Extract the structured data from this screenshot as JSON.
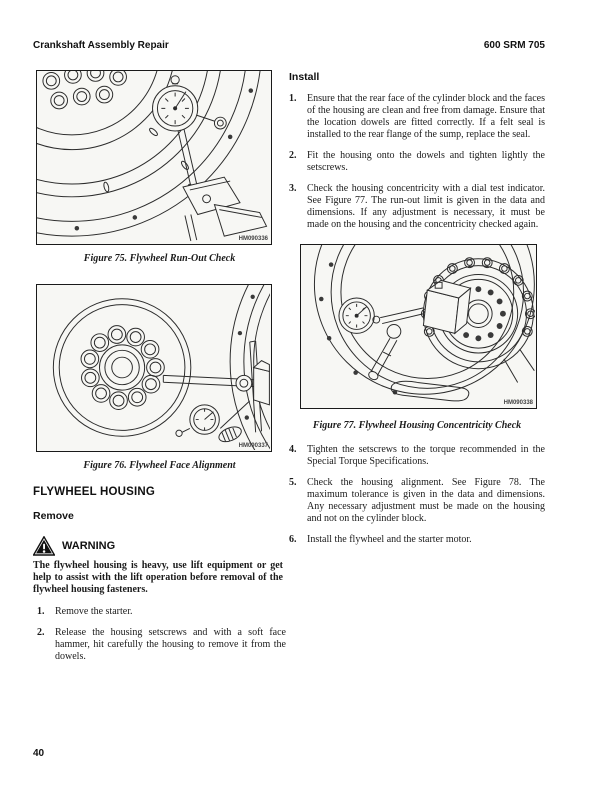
{
  "header": {
    "left": "Crankshaft Assembly Repair",
    "right": "600 SRM 705"
  },
  "footer": {
    "page_number": "40"
  },
  "figures": {
    "fig75": {
      "image_id": "HM090336",
      "caption": "Figure 75. Flywheel Run-Out Check"
    },
    "fig76": {
      "image_id": "HM090337",
      "caption": "Figure 76. Flywheel Face Alignment"
    },
    "fig77": {
      "image_id": "HM090338",
      "caption": "Figure 77. Flywheel Housing Concentricity Check"
    }
  },
  "left": {
    "section_heading": "FLYWHEEL HOUSING",
    "subsection_heading": "Remove",
    "warning_label": "WARNING",
    "warning_text": "The flywheel housing is heavy, use lift equipment or get help to assist with the lift operation before removal of the flywheel housing fasteners.",
    "steps": [
      {
        "num": "1.",
        "text": "Remove the starter."
      },
      {
        "num": "2.",
        "text": "Release the housing setscrews and with a soft face hammer, hit carefully the housing to remove it from the dowels."
      }
    ]
  },
  "right": {
    "heading": "Install",
    "steps": [
      {
        "num": "1.",
        "text": "Ensure that the rear face of the cylinder block and the faces of the housing are clean and free from damage. Ensure that the location dowels are fitted correctly. If a felt seal is installed to the rear flange of the sump, replace the seal."
      },
      {
        "num": "2.",
        "text": "Fit the housing onto the dowels and tighten lightly the setscrews."
      },
      {
        "num": "3.",
        "text": "Check the housing concentricity with a dial test indicator. See Figure 77. The run-out limit is given in the data and dimensions. If any adjustment is necessary, it must be made on the housing and the concentricity checked again."
      },
      {
        "num": "4.",
        "text": "Tighten the setscrews to the torque recommended in the Special Torque Specifications."
      },
      {
        "num": "5.",
        "text": "Check the housing alignment. See Figure 78. The maximum tolerance is given in the data and dimensions. Any necessary adjustment must be made on the housing and not on the cylinder block."
      },
      {
        "num": "6.",
        "text": "Install the flywheel and the starter motor."
      }
    ]
  }
}
